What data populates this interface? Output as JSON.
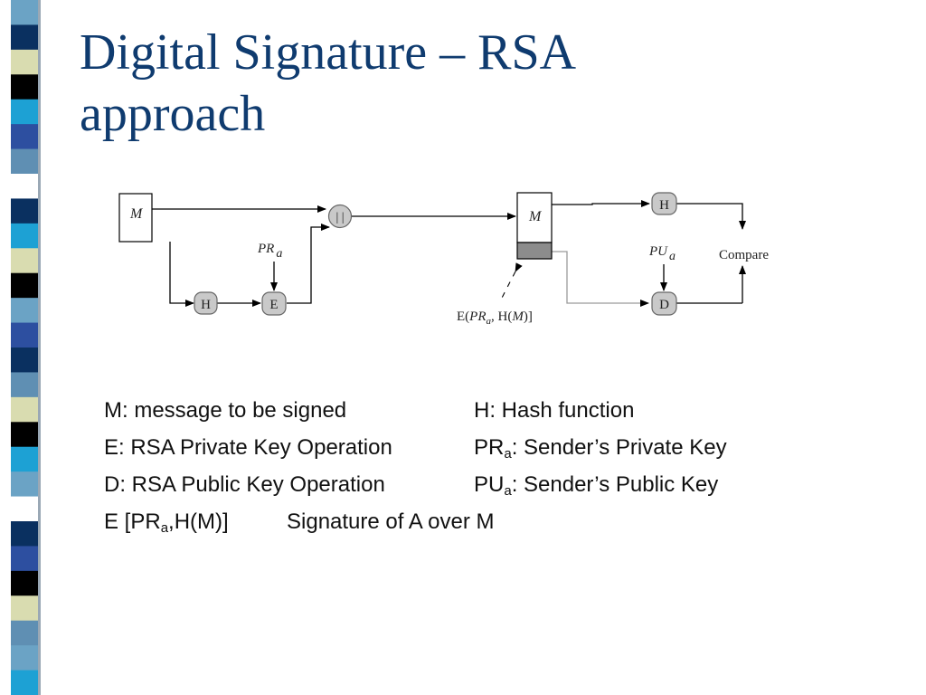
{
  "slide": {
    "title_line1": "Digital Signature – RSA",
    "title_line2": "approach",
    "stripe_colors": [
      "#6ba3c5",
      "#0a3060",
      "#d9dcb0",
      "#000000",
      "#1da1d4",
      "#2d4fa0",
      "#5f8fb3",
      "#ffffff"
    ]
  },
  "diagram": {
    "message_label": "M",
    "concat_label": "| |",
    "hash_label": "H",
    "encrypt_label": "E",
    "decrypt_label": "D",
    "private_key_main": "PR",
    "private_key_sub": "a",
    "public_key_main": "PU",
    "public_key_sub": "a",
    "compare_label": "Compare",
    "signature_prefix": "E(",
    "signature_key_main": "PR",
    "signature_key_sub": "a",
    "signature_sep": ", H(",
    "signature_m": "M",
    "signature_suffix": ")]"
  },
  "legend": {
    "m_def": "M: message to be signed",
    "h_def": "H: Hash function",
    "e_def": "E: RSA Private Key Operation",
    "pr_main": "PR",
    "pr_sub": "a",
    "pr_rest": ": Sender’s Private Key",
    "d_def": "D: RSA Public Key Operation",
    "pu_main": "PU",
    "pu_sub": "a",
    "pu_rest": ": Sender’s Public Key",
    "sig_main": "E [PR",
    "sig_sub": "a",
    "sig_rest": ",H(M)]",
    "sig_def": "Signature of A over M"
  }
}
